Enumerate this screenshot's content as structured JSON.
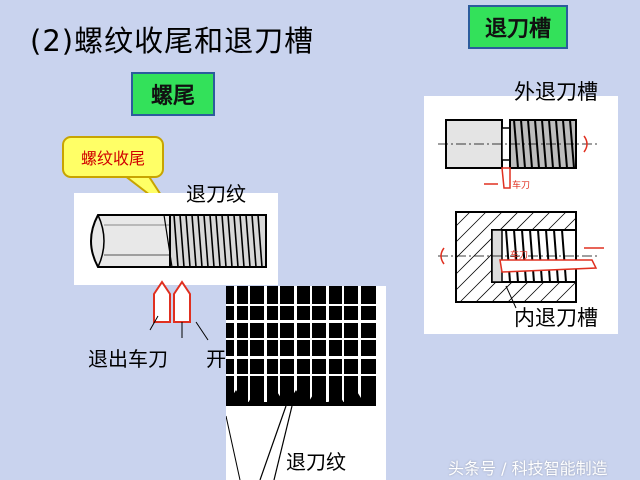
{
  "page": {
    "title": "(2)螺纹收尾和退刀槽",
    "boxes": {
      "thread_tail": "螺尾",
      "undercut": "退刀槽"
    },
    "callout": "螺纹收尾",
    "labels": {
      "undercut_thread_top": "退刀纹",
      "retract_tool": "退出车刀",
      "start_partial": "开",
      "outer_undercut": "外退刀槽",
      "inner_undercut": "内退刀槽",
      "undercut_thread_bottom": "退刀纹",
      "tool_outer": "车刀",
      "tool_inner": "车刀"
    },
    "watermark": "头条号 / 科技智能制造"
  },
  "colors": {
    "background": "#c9d3ee",
    "green_box": "#33e15a",
    "callout_fill": "#ffff66",
    "callout_text": "#d00000",
    "tool_red": "#e03020"
  }
}
